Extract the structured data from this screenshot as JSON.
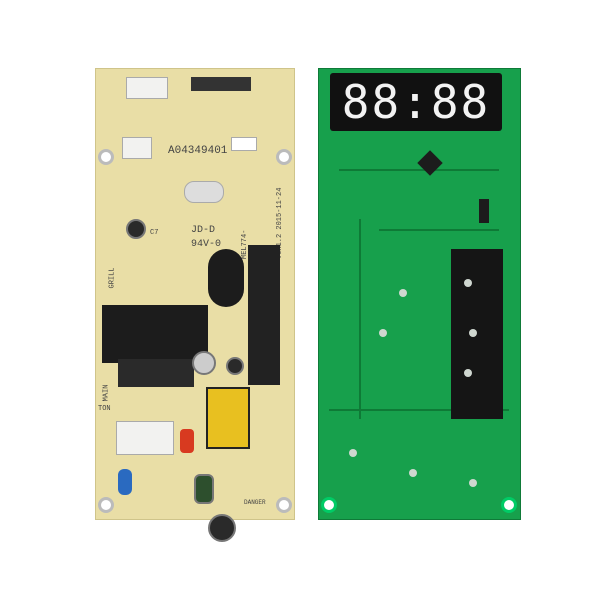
{
  "left_board": {
    "part_number": "A04349401",
    "logo_text": "JD-D",
    "rating": "94V-0",
    "model": "MEL774-",
    "version_date": "V0R1.2 2015-11-24",
    "labels": {
      "grill": "GRILL",
      "main": "MAIN",
      "ton": "TON",
      "danger": "DANGER",
      "c7": "C7"
    }
  },
  "right_board": {
    "display_digits": "88:88"
  },
  "colors": {
    "left_board": "#e9dea6",
    "right_board": "#17a04c",
    "display": "#111111"
  }
}
